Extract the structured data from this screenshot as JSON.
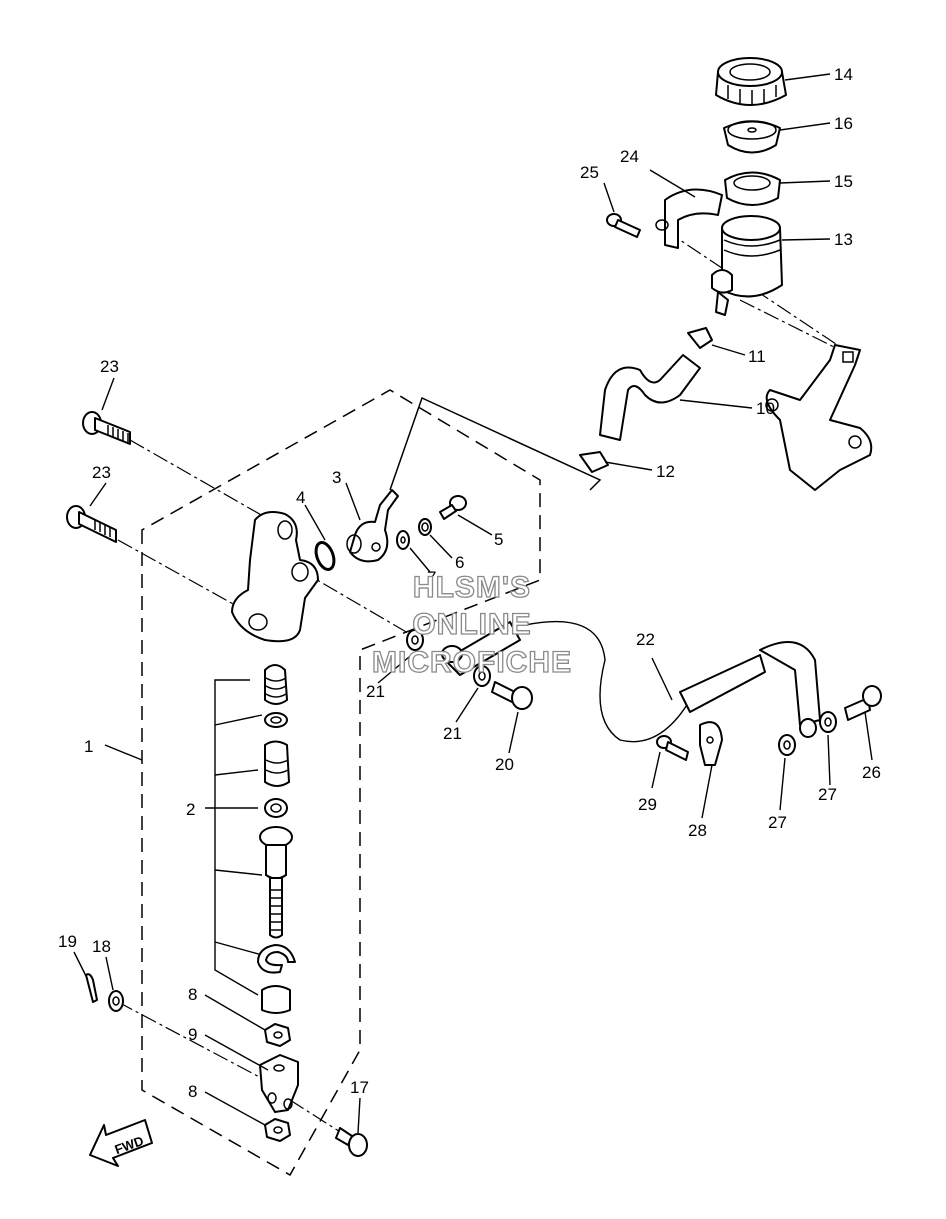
{
  "watermark": [
    "HLSM'S",
    "ONLINE",
    "MICROFICHE"
  ],
  "fwd_arrow_label": "FWD",
  "callouts": [
    "1",
    "2",
    "3",
    "4",
    "5",
    "6",
    "7",
    "8",
    "8",
    "9",
    "10",
    "11",
    "12",
    "13",
    "14",
    "15",
    "16",
    "17",
    "18",
    "19",
    "20",
    "21",
    "21",
    "22",
    "23",
    "23",
    "24",
    "25",
    "26",
    "27",
    "27",
    "28",
    "29"
  ]
}
